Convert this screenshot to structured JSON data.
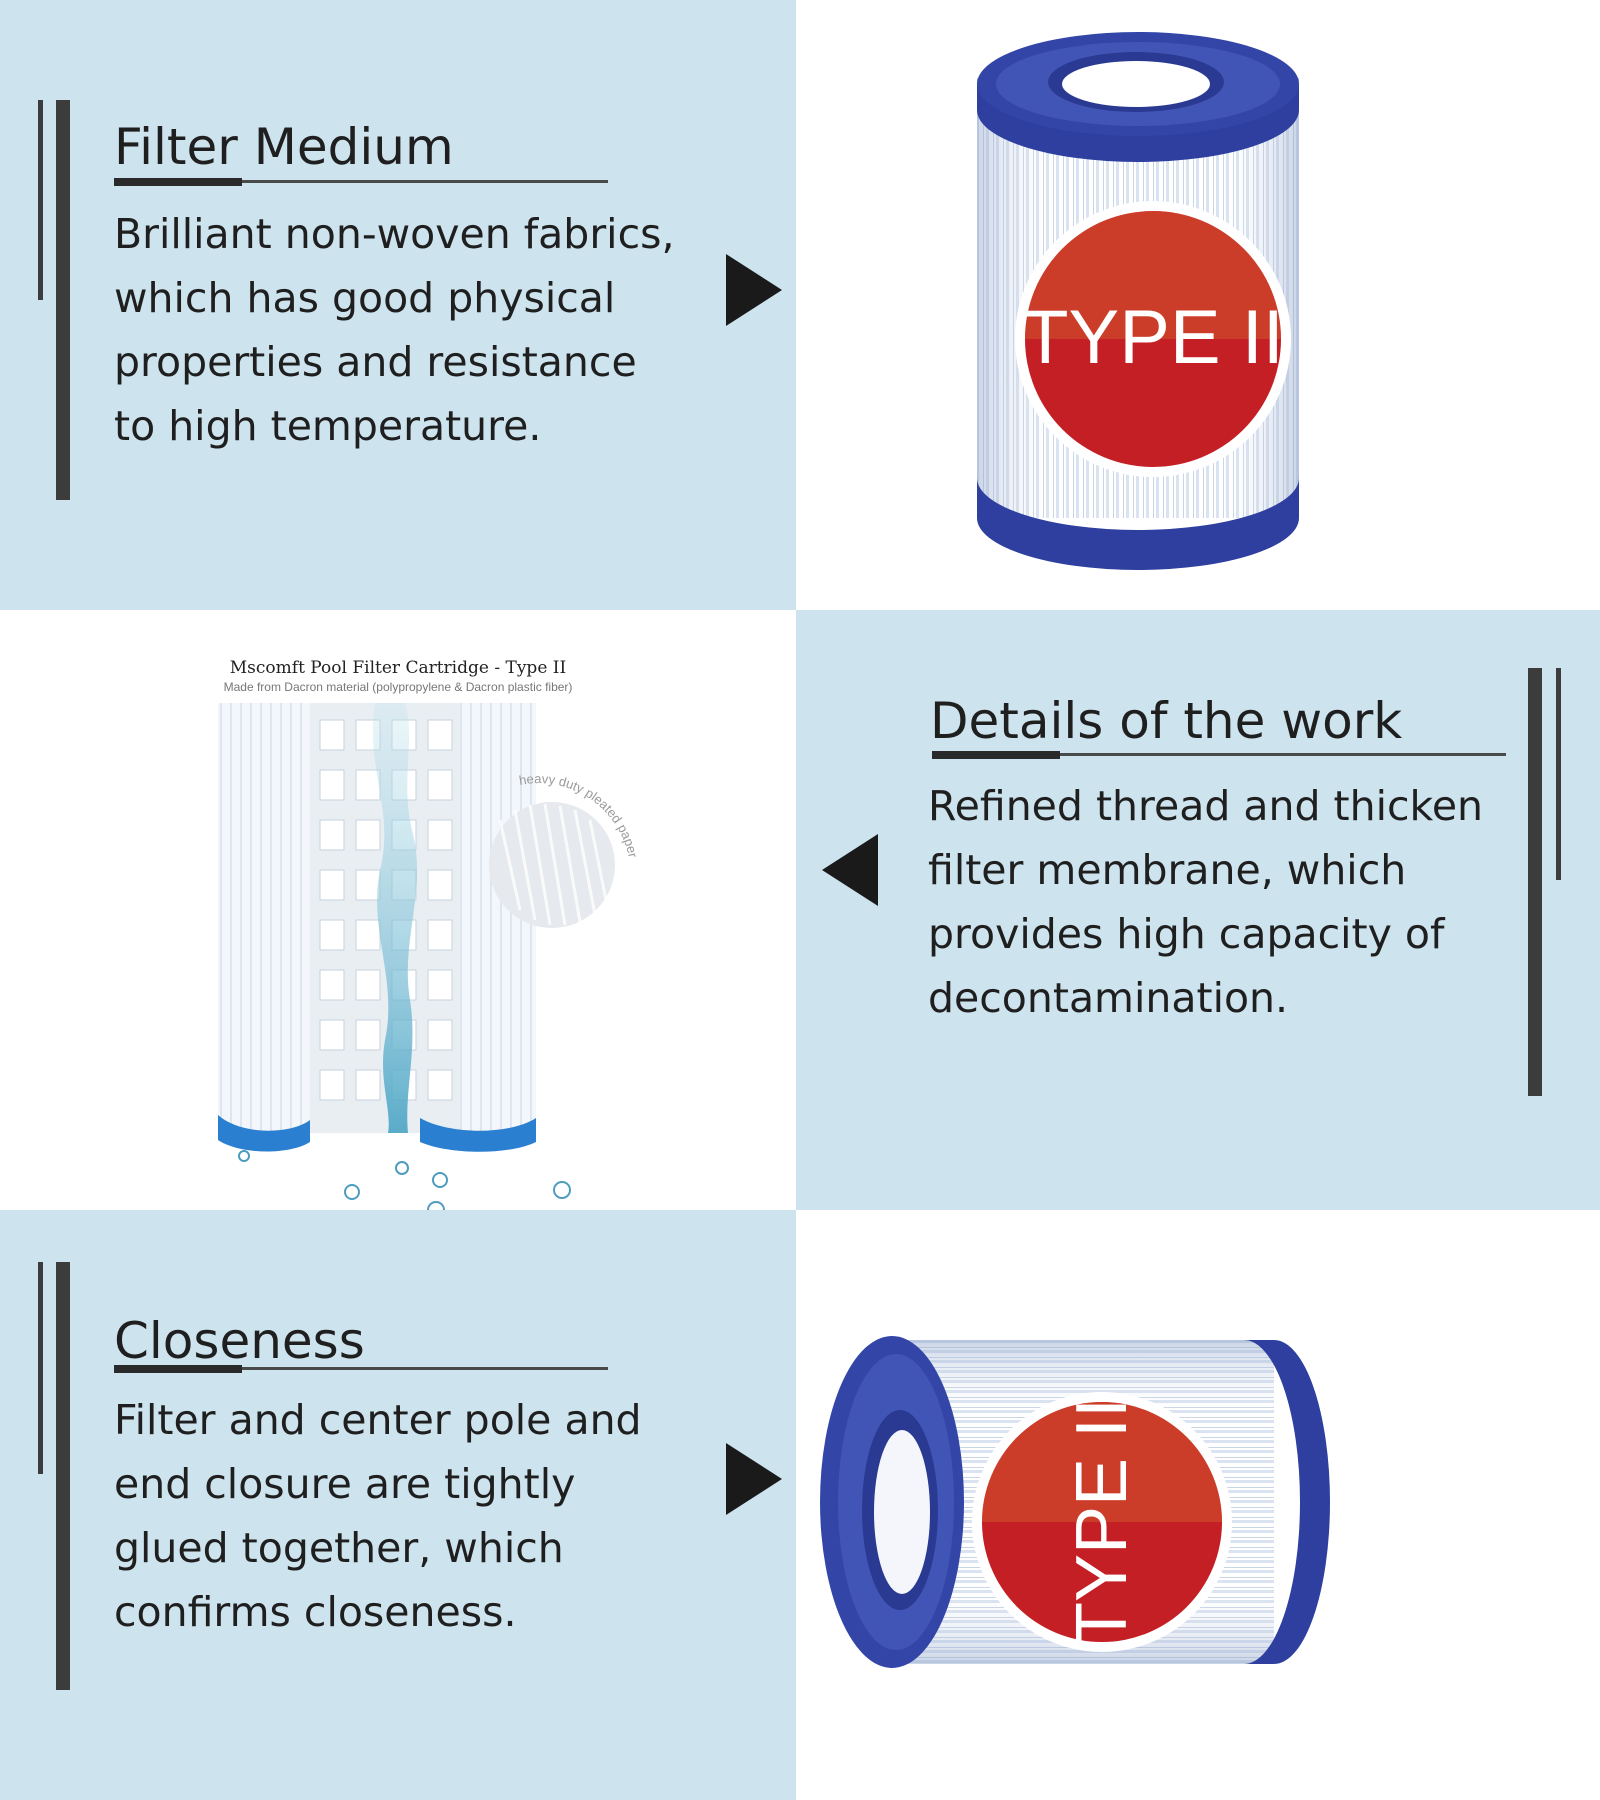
{
  "colors": {
    "panel_blue": "#cde3ee",
    "rim_blue": "#2e3f9f",
    "badge_red": "#c41f24",
    "text_dark": "#1f1f1f"
  },
  "sections": [
    {
      "heading": "Filter Medium",
      "body": [
        "Brilliant non-woven fabrics,",
        "which has good physical",
        "properties and resistance",
        "to high temperature."
      ],
      "arrow": "arrow-right-icon",
      "badge": "TYPE II"
    },
    {
      "heading": "Details of the work",
      "body": [
        "Refined thread and thicken",
        "filter membrane, which",
        "provides high capacity of",
        "decontamination."
      ],
      "arrow": "arrow-left-icon",
      "caption_title": "Mscomft Pool Filter Cartridge - Type II",
      "caption_sub": "Made from Dacron material (polypropylene & Dacron plastic fiber)",
      "detail_label": "heavy duty pleated paper"
    },
    {
      "heading": "Closeness",
      "body": [
        "Filter and center pole and",
        "end closure are tightly",
        "glued together, which",
        "confirms closeness."
      ],
      "arrow": "arrow-right-icon",
      "badge": "TYPE II"
    }
  ]
}
